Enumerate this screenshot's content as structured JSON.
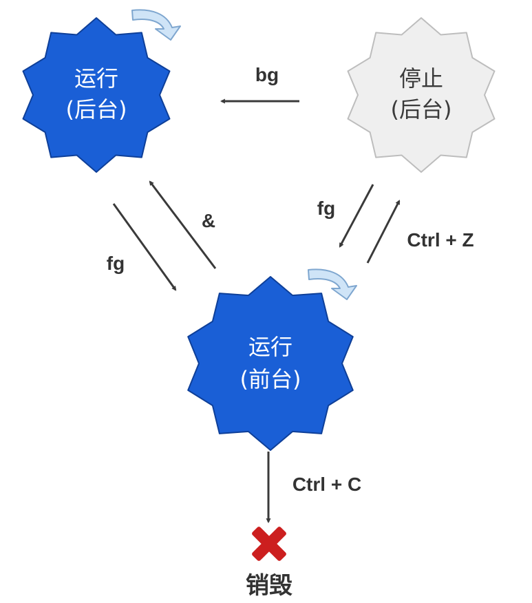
{
  "colors": {
    "running": "#1a5fd6",
    "running_stroke": "#0e3f98",
    "stopped": "#efefef",
    "stopped_stroke": "#bdbdbd",
    "arrow": "#3a3a3a",
    "loop_fill": "#cfe4f7",
    "loop_stroke": "#7ea6cf",
    "destroy": "#cc1f1f"
  },
  "nodes": {
    "bg_running": {
      "line1": "运行",
      "line2": "(后台)"
    },
    "bg_stopped": {
      "line1": "停止",
      "line2": "(后台)"
    },
    "fg_running": {
      "line1": "运行",
      "line2": "(前台)"
    }
  },
  "edges": {
    "stopped_to_bg": "bg",
    "bg_to_fg": "fg",
    "fg_to_bg": "&",
    "stopped_to_fg": "fg",
    "fg_to_stopped": "Ctrl + Z",
    "fg_to_destroyed": "Ctrl + C"
  },
  "end_state": {
    "label": "销毁",
    "icon": "x-icon"
  }
}
